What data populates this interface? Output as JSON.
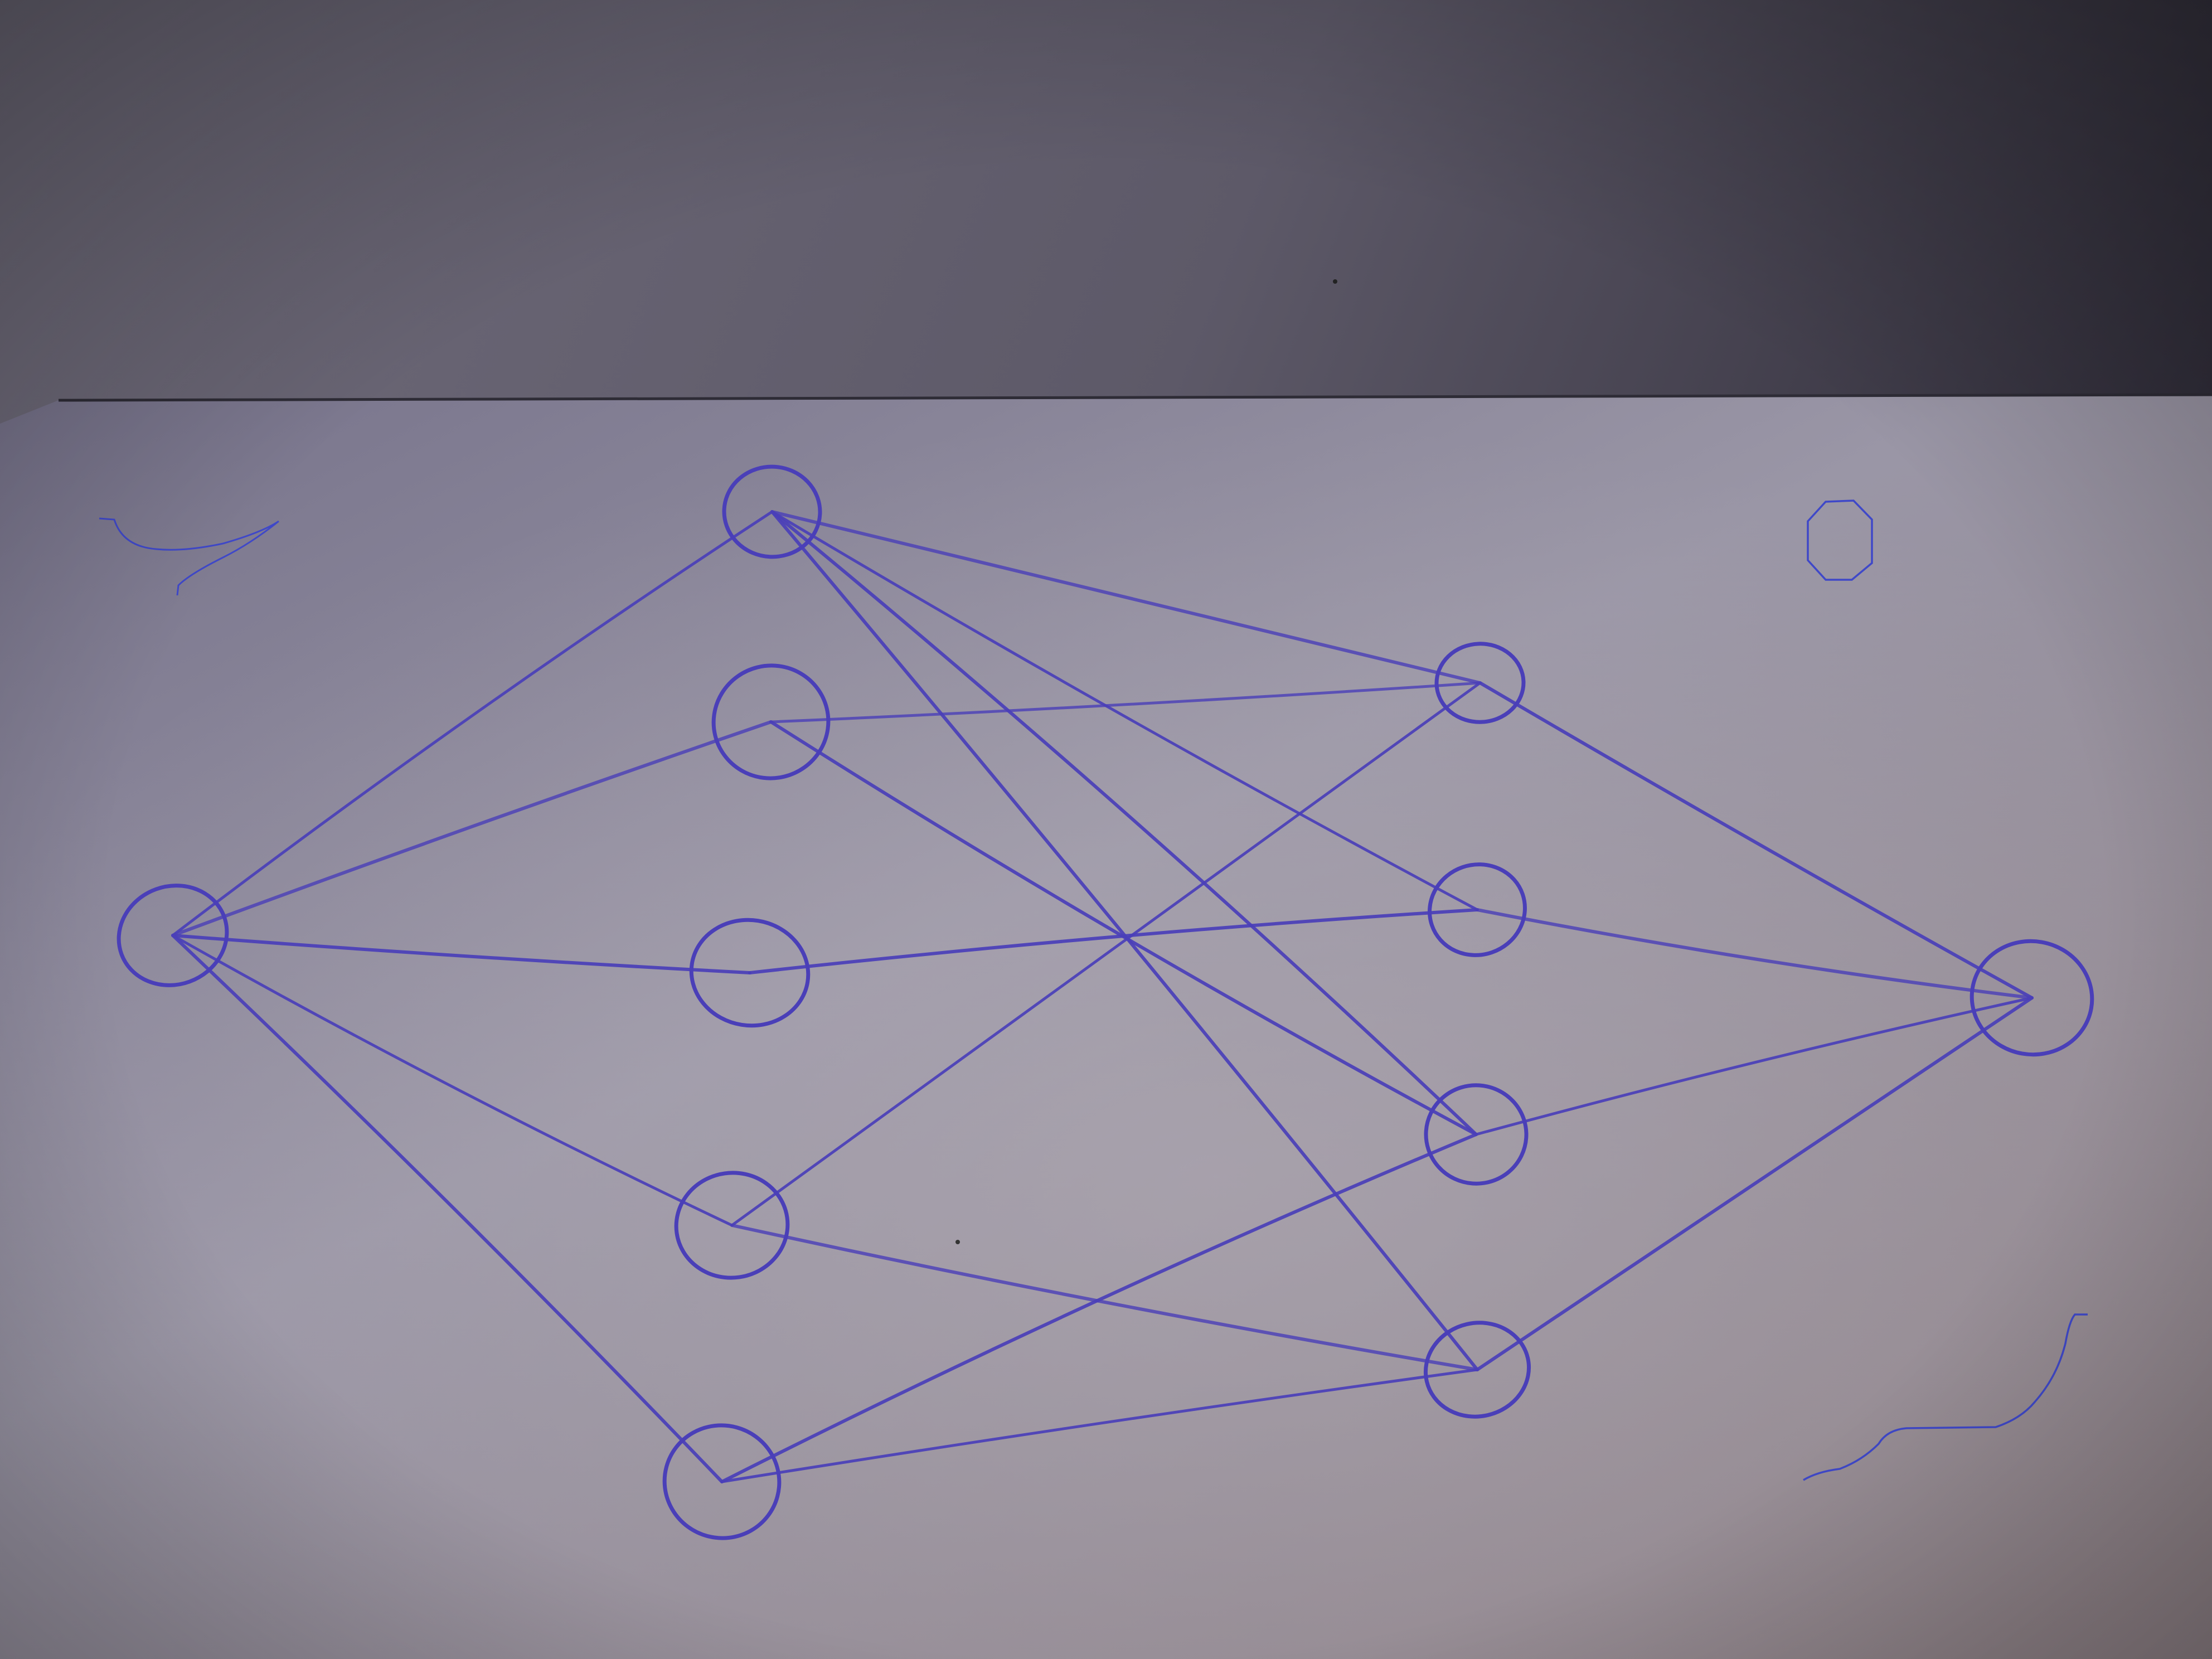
{
  "colors": {
    "ink": "#4a3fb8",
    "paper_light": "#b2acb8",
    "paper_dark": "#7e7a8c",
    "desk_light": "#8a8694",
    "desk_dark": "#3a3644",
    "page_edge": "#2e2c36"
  },
  "diagram": {
    "kind": "hand-drawn network graph",
    "labels_shown": "none",
    "layers": [
      {
        "id": "input",
        "node_count": 1
      },
      {
        "id": "hidden-1",
        "node_count": 5
      },
      {
        "id": "hidden-2",
        "node_count": 4
      },
      {
        "id": "output",
        "node_count": 1
      }
    ],
    "edges": [
      [
        "in",
        "a1"
      ],
      [
        "in",
        "a2"
      ],
      [
        "in",
        "a3"
      ],
      [
        "in",
        "a4"
      ],
      [
        "in",
        "a5"
      ],
      [
        "a1",
        "b1"
      ],
      [
        "a1",
        "b2"
      ],
      [
        "a1",
        "b3"
      ],
      [
        "a1",
        "b4"
      ],
      [
        "a2",
        "b1"
      ],
      [
        "a2",
        "b3"
      ],
      [
        "a3",
        "b2"
      ],
      [
        "a4",
        "b1"
      ],
      [
        "a4",
        "b4"
      ],
      [
        "a5",
        "b3"
      ],
      [
        "a5",
        "b4"
      ],
      [
        "b1",
        "out"
      ],
      [
        "b2",
        "out"
      ],
      [
        "b3",
        "out"
      ],
      [
        "b4",
        "out"
      ]
    ]
  },
  "marks": {
    "top_left_scribble": "scribble-mark",
    "top_right_small_circle": "small-circle-mark",
    "bottom_right_stroke": "stroke-mark"
  }
}
